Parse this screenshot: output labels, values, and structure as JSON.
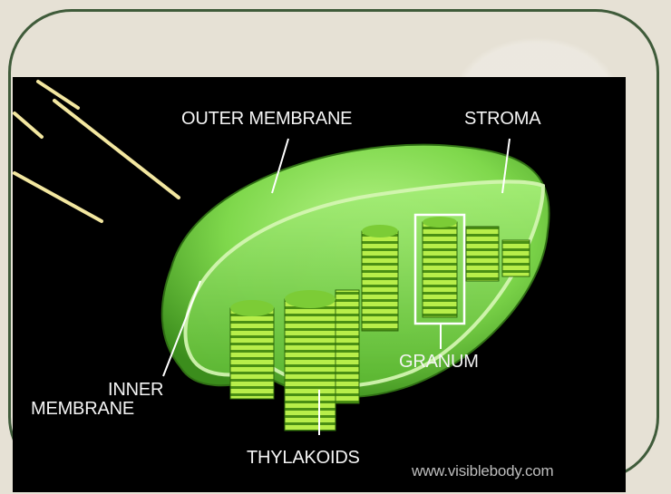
{
  "labels": {
    "outer_membrane": "OUTER MEMBRANE",
    "stroma": "STROMA",
    "granum": "GRANUM",
    "inner_membrane_line1": "INNER",
    "inner_membrane_line2": "MEMBRANE",
    "thylakoids": "THYLAKOIDS"
  },
  "credit": "www.visiblebody.com",
  "colors": {
    "frame": "#3f5b3a",
    "background": "#e6e1d5",
    "chloroplast_light": "#9be86a",
    "chloroplast_dark": "#3f8f1e",
    "light_rays": "#f3e7a0"
  }
}
